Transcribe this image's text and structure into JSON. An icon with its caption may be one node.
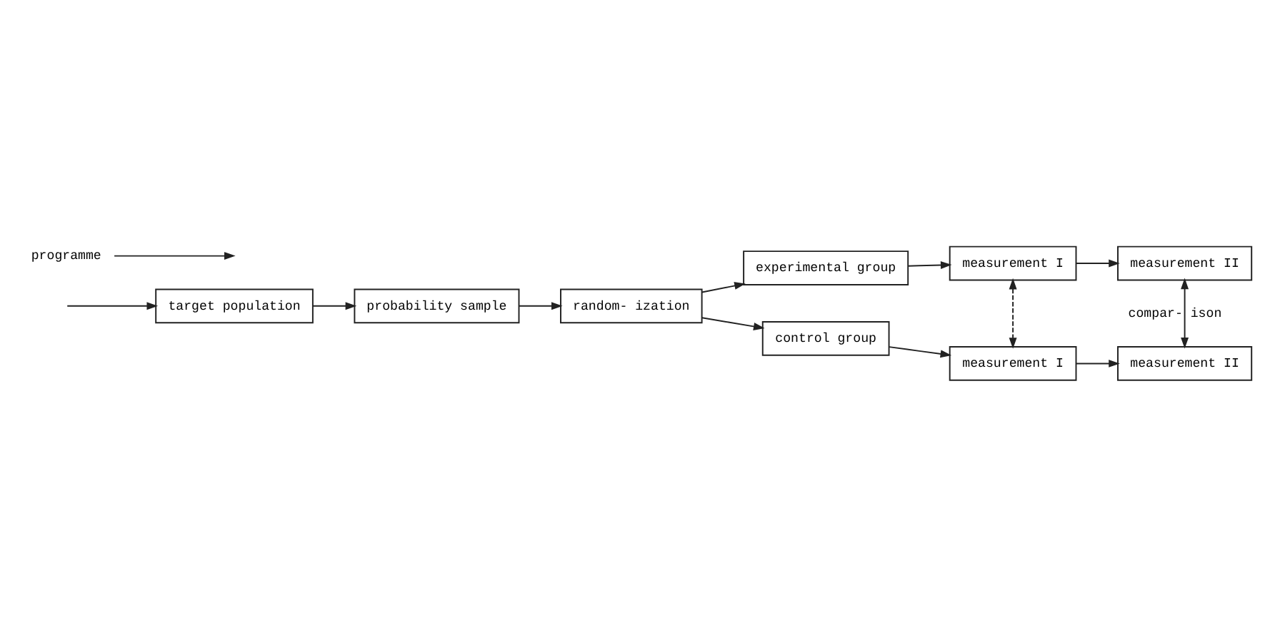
{
  "diagram": {
    "nodes": [
      {
        "text": [
          "target population"
        ]
      },
      {
        "text": [
          "probability sample"
        ]
      },
      {
        "text": [
          "random- ization"
        ]
      },
      {
        "text": [
          "experimental group"
        ]
      },
      {
        "text": [
          "control group"
        ]
      },
      {
        "text": [
          "measurement I"
        ]
      },
      {
        "text": [
          "measurement II"
        ]
      },
      {
        "text": [
          "measurement I"
        ]
      },
      {
        "text": [
          "measurement II"
        ]
      },
      {
        "text": [
          "programme"
        ]
      }
    ],
    "edges": [
      {
        "from": null,
        "to": 0,
        "arrow": "to"
      },
      {
        "from": 0,
        "to": 1,
        "arrow": "to"
      },
      {
        "from": 1,
        "to": 2,
        "arrow": "to"
      },
      {
        "from": 2,
        "to": 3,
        "arrow": "to"
      },
      {
        "from": 2,
        "to": 4,
        "arrow": "to"
      },
      {
        "from": 3,
        "to": 5,
        "arrow": "to"
      },
      {
        "from": 5,
        "to": 6,
        "arrow": "to"
      },
      {
        "from": 4,
        "to": 7,
        "arrow": "to"
      },
      {
        "from": 7,
        "to": 8,
        "arrow": "to"
      },
      {
        "from": 5,
        "to": 7,
        "arrow": "both",
        "style": "dashed"
      },
      {
        "from": 6,
        "to": 8,
        "arrow": "both",
        "label": "compar- ison"
      },
      {
        "from": 9,
        "to": null,
        "arrow": "to"
      }
    ]
  }
}
